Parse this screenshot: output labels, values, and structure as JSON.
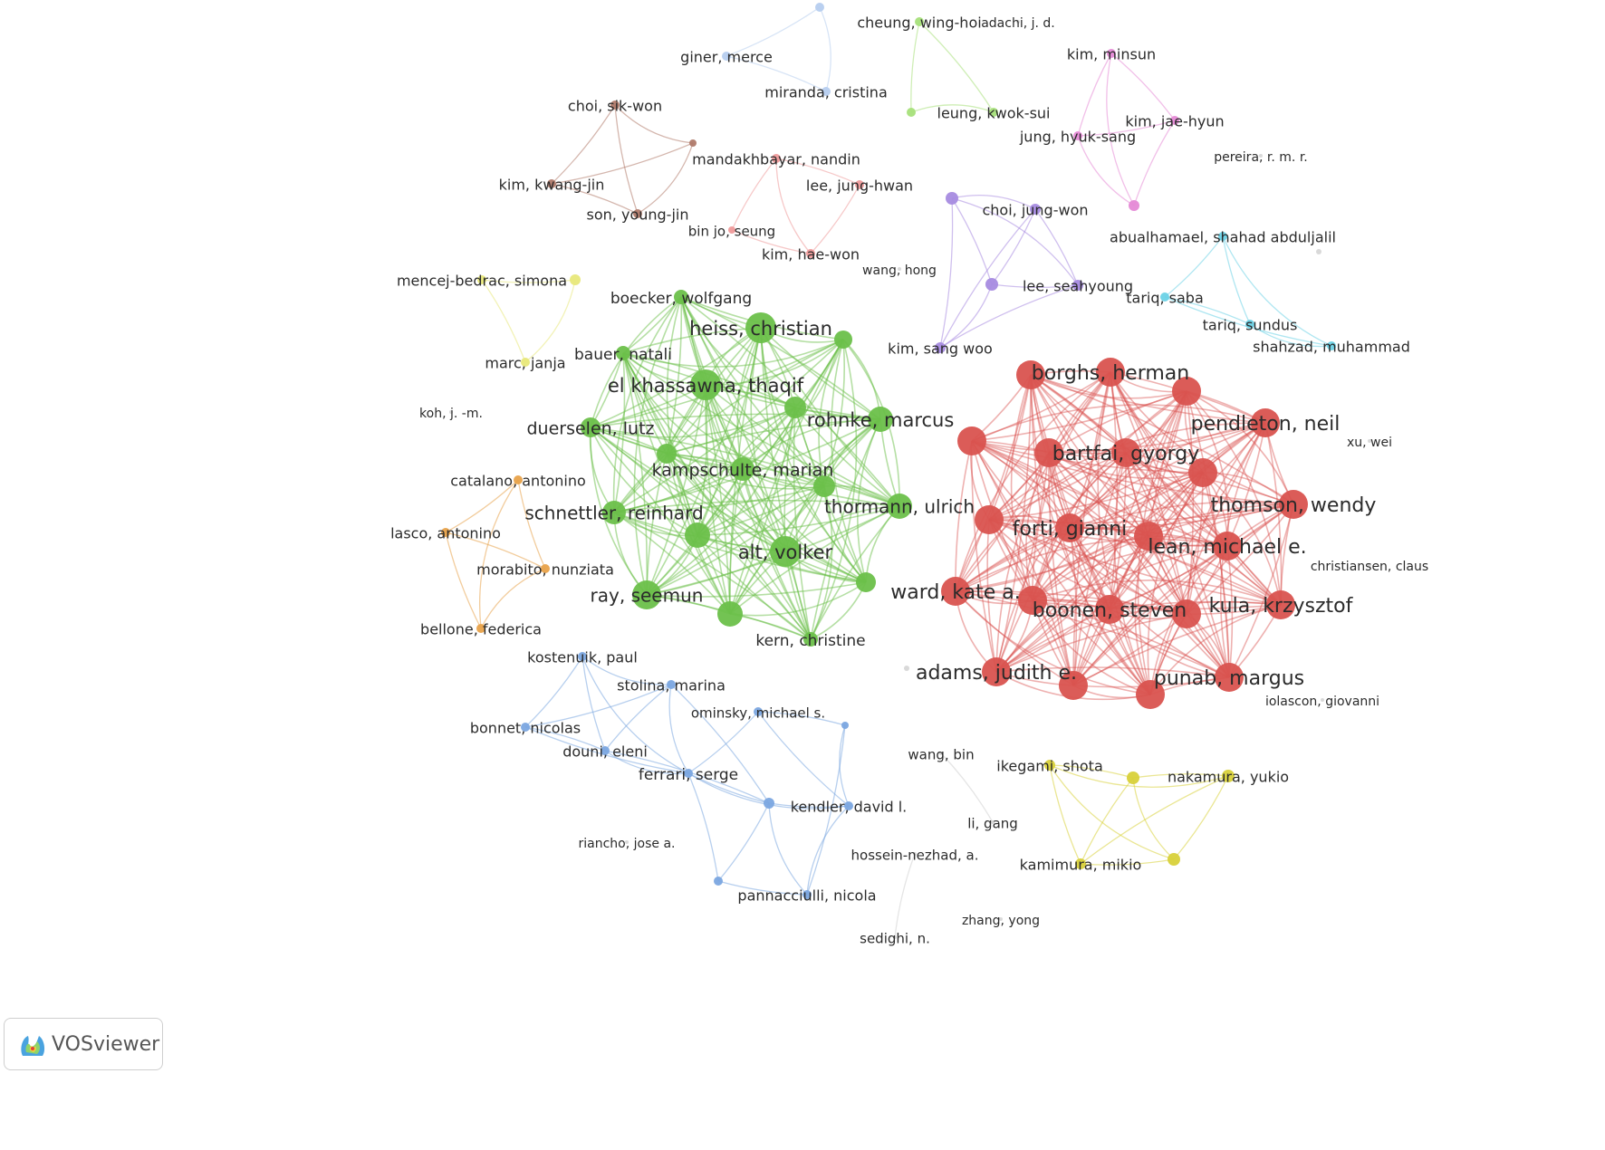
{
  "app": {
    "name": "VOSviewer"
  },
  "colors": {
    "red": "#d9534f",
    "green": "#6cc04a",
    "blue": "#7ba7e0",
    "purple": "#a78be0",
    "pink": "#e58ad6",
    "cyan": "#6cd2e6",
    "orange": "#e8a24a",
    "yellow": "#d8d13a",
    "brown": "#b07a6a",
    "salmon": "#ef9a9a",
    "lightgreen": "#a7e07a",
    "lightblue": "#b6cdef",
    "paleyellow": "#e8e87a",
    "gray": "#cfcfcf"
  },
  "clusters": [
    {
      "id": "green",
      "color": "green",
      "complete": true,
      "nodes": [
        {
          "label": "heiss, christian",
          "weight": "large"
        },
        {
          "label": "boecker, wolfgang",
          "weight": "medium"
        },
        {
          "label": "bauer, natali",
          "weight": "medium"
        },
        {
          "label": "el khassawna, thaqif",
          "weight": "large"
        },
        {
          "label": "duerselen, lutz",
          "weight": "medium"
        },
        {
          "label": "rohnke, marcus",
          "weight": "large"
        },
        {
          "label": "kampschulte, marian",
          "weight": "large"
        },
        {
          "label": "schnettler, reinhard",
          "weight": "large"
        },
        {
          "label": "thormann, ulrich",
          "weight": "large"
        },
        {
          "label": "alt, volker",
          "weight": "large"
        },
        {
          "label": "ray, seemun",
          "weight": "large"
        },
        {
          "label": "kern, christine",
          "weight": "medium"
        },
        {
          "label": "",
          "weight": "small"
        },
        {
          "label": "",
          "weight": "small"
        },
        {
          "label": "",
          "weight": "small"
        },
        {
          "label": "",
          "weight": "medium"
        },
        {
          "label": "",
          "weight": "medium"
        },
        {
          "label": "",
          "weight": "small"
        }
      ]
    },
    {
      "id": "red",
      "color": "red",
      "complete": true,
      "nodes": [
        {
          "label": "borghs, herman",
          "weight": "large"
        },
        {
          "label": "pendleton, neil",
          "weight": "large"
        },
        {
          "label": "bartfai, gyorgy",
          "weight": "large"
        },
        {
          "label": "thomson, wendy",
          "weight": "large"
        },
        {
          "label": "forti, gianni",
          "weight": "large"
        },
        {
          "label": "lean, michael e.",
          "weight": "large"
        },
        {
          "label": "ward, kate a.",
          "weight": "large"
        },
        {
          "label": "boonen, steven",
          "weight": "large"
        },
        {
          "label": "kula, krzysztof",
          "weight": "large"
        },
        {
          "label": "adams, judith e.",
          "weight": "large"
        },
        {
          "label": "punab, margus",
          "weight": "large"
        },
        {
          "label": "",
          "weight": "large"
        },
        {
          "label": "",
          "weight": "large"
        },
        {
          "label": "",
          "weight": "large"
        },
        {
          "label": "",
          "weight": "large"
        },
        {
          "label": "",
          "weight": "large"
        },
        {
          "label": "",
          "weight": "large"
        },
        {
          "label": "",
          "weight": "large"
        },
        {
          "label": "",
          "weight": "large"
        }
      ]
    },
    {
      "id": "blue",
      "color": "blue",
      "complete": false,
      "nodes": [
        {
          "label": "kostenuik, paul"
        },
        {
          "label": "stolina, marina"
        },
        {
          "label": "ominsky, michael s."
        },
        {
          "label": "bonnet, nicolas"
        },
        {
          "label": "douni, eleni"
        },
        {
          "label": "ferrari, serge"
        },
        {
          "label": "kendler, david l."
        },
        {
          "label": "pannacciulli, nicola"
        },
        {
          "label": ""
        },
        {
          "label": ""
        },
        {
          "label": ""
        }
      ]
    },
    {
      "id": "purple",
      "color": "purple",
      "nodes": [
        {
          "label": "choi, jung-won"
        },
        {
          "label": "lee, seahyoung"
        },
        {
          "label": "kim, sang woo"
        },
        {
          "label": ""
        },
        {
          "label": ""
        }
      ]
    },
    {
      "id": "pink",
      "color": "pink",
      "nodes": [
        {
          "label": "kim, minsun"
        },
        {
          "label": "kim, jae-hyun"
        },
        {
          "label": "jung, hyuk-sang"
        },
        {
          "label": ""
        }
      ]
    },
    {
      "id": "cyan",
      "color": "cyan",
      "nodes": [
        {
          "label": "abualhamael, shahad abduljalil"
        },
        {
          "label": "tariq, saba"
        },
        {
          "label": "tariq, sundus"
        },
        {
          "label": "shahzad, muhammad"
        }
      ]
    },
    {
      "id": "orange",
      "color": "orange",
      "nodes": [
        {
          "label": "catalano, antonino"
        },
        {
          "label": "lasco, antonino"
        },
        {
          "label": "morabito, nunziata"
        },
        {
          "label": "bellone, federica"
        }
      ]
    },
    {
      "id": "yellow",
      "color": "yellow",
      "nodes": [
        {
          "label": "ikegami, shota"
        },
        {
          "label": "nakamura, yukio"
        },
        {
          "label": "kamimura, mikio"
        },
        {
          "label": ""
        },
        {
          "label": ""
        }
      ]
    },
    {
      "id": "brown",
      "color": "brown",
      "nodes": [
        {
          "label": "choi, sik-won"
        },
        {
          "label": "kim, kwang-jin"
        },
        {
          "label": "son, young-jin"
        },
        {
          "label": ""
        }
      ]
    },
    {
      "id": "salmon",
      "color": "salmon",
      "nodes": [
        {
          "label": "mandakhbayar, nandin"
        },
        {
          "label": "lee, jung-hwan"
        },
        {
          "label": "bin jo, seung"
        },
        {
          "label": "kim, hae-won"
        }
      ]
    },
    {
      "id": "lightgreen",
      "color": "lightgreen",
      "nodes": [
        {
          "label": "cheung, wing-hoi"
        },
        {
          "label": "leung, kwok-sui"
        },
        {
          "label": ""
        }
      ]
    },
    {
      "id": "lightblue",
      "color": "lightblue",
      "nodes": [
        {
          "label": "giner, merce"
        },
        {
          "label": "miranda, cristina"
        },
        {
          "label": ""
        }
      ]
    },
    {
      "id": "paleyellow",
      "color": "paleyellow",
      "nodes": [
        {
          "label": "mencej-bedrac, simona"
        },
        {
          "label": "marc, janja"
        },
        {
          "label": ""
        }
      ]
    },
    {
      "id": "isolated",
      "color": "gray",
      "nodes": [
        {
          "label": "adachi, j. d."
        },
        {
          "label": "pereira, r. m. r."
        },
        {
          "label": "wang, hong"
        },
        {
          "label": "koh, j. -m."
        },
        {
          "label": "xu, wei"
        },
        {
          "label": "christiansen, claus"
        },
        {
          "label": "iolascon, giovanni"
        },
        {
          "label": "wang, bin"
        },
        {
          "label": "li, gang"
        },
        {
          "label": "riancho, jose a."
        },
        {
          "label": "hossein-nezhad, a."
        },
        {
          "label": "sedighi, n."
        },
        {
          "label": "zhang, yong"
        },
        {
          "label": ""
        },
        {
          "label": ""
        }
      ]
    }
  ]
}
